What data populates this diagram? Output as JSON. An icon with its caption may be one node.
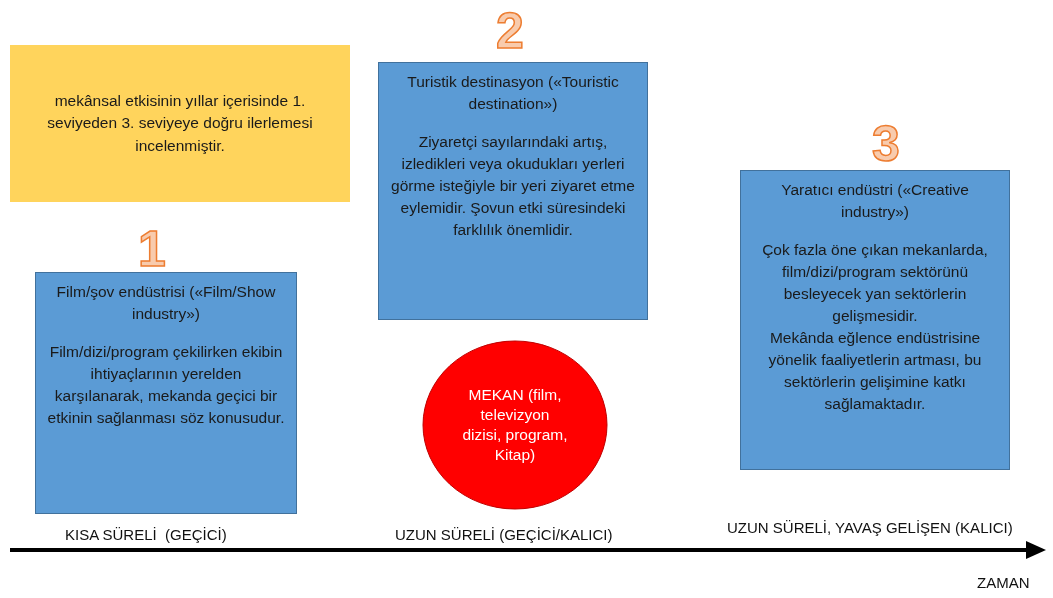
{
  "diagram": {
    "nodes": [
      {
        "text": [
          "mekânsal etkisinin yıllar içerisinde 1. seviyeden 3. seviyeye doğru ilerlemesi incelenmiştir."
        ]
      },
      {
        "text": [
          "Film/şov endüstrisi («Film/Show industry»)",
          "Film/dizi/program çekilirken ekibin ihtiyaçlarının yerelden karşılanarak, mekanda geçici bir etkinin sağlanması söz konusudur."
        ]
      },
      {
        "text": [
          "Turistik destinasyon («Touristic destination»)",
          "Ziyaretçi sayılarındaki artış, izledikleri veya okudukları yerleri görme isteğiyle bir yeri ziyaret etme eylemidir. Şovun etki süresindeki farklılık önemlidir."
        ]
      },
      {
        "text": [
          "Yaratıcı endüstri («Creative industry»)",
          "Çok fazla öne çıkan mekanlarda, film/dizi/program sektörünü besleyecek yan sektörlerin gelişmesidir.",
          "Mekânda eğlence endüstrisine yönelik faaliyetlerin artması, bu sektörlerin gelişimine katkı sağlamaktadır."
        ]
      },
      {
        "text": [
          "MEKAN (film, televizyon dizisi, program, Kitap)"
        ]
      }
    ],
    "edges": [],
    "labels": [
      "2",
      "1",
      "3",
      "KISA SÜRELİ  (GEÇİCİ)",
      "UZUN SÜRELİ (GEÇİCİ/KALICI)",
      "UZUN SÜRELİ, YAVAŞ GELİŞEN (KALICI)",
      "ZAMAN"
    ]
  }
}
